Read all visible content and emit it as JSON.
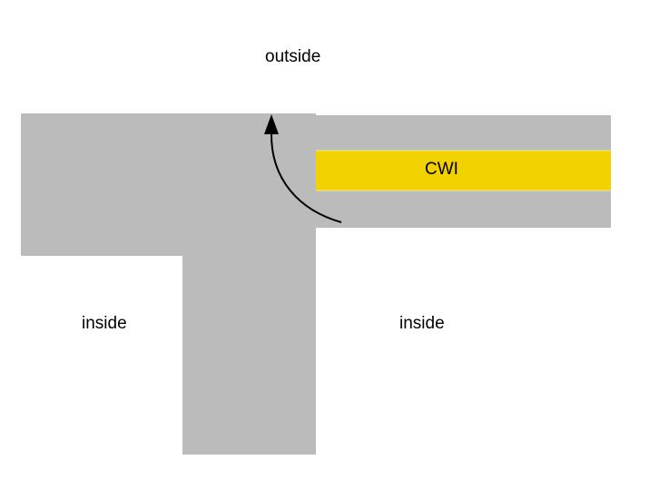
{
  "labels": {
    "outside": "outside",
    "inside_left": "inside",
    "inside_right": "inside",
    "insulation": "CWI"
  },
  "colors": {
    "wall": "#bbbbbb",
    "insulation": "#f1d100",
    "arrow": "#000000",
    "background": "#ffffff"
  }
}
